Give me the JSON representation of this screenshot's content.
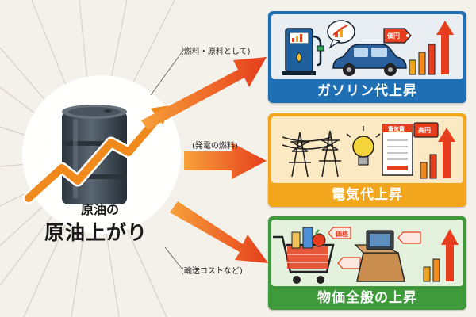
{
  "source": {
    "label_small": "原油の",
    "label_big": "原油上がり"
  },
  "arrows": [
    {
      "annotation": "(燃料・原料として)"
    },
    {
      "annotation": "(発電の燃料)"
    },
    {
      "annotation": "(輸送コストなど)"
    }
  ],
  "panels": [
    {
      "title": "ガソリン代上昇",
      "tag": "価円",
      "color": "#1f6fb5"
    },
    {
      "title": "電気代上昇",
      "tag": "高円",
      "sign_label": "電気費",
      "color": "#f2a61d"
    },
    {
      "title": "物価全般の上昇",
      "tag": "価格",
      "color": "#3e9a3a"
    }
  ],
  "colors": {
    "arrow": "#ec5a1f",
    "barrel": "#3f4a55",
    "trend_arrow": "#f08a1c"
  }
}
